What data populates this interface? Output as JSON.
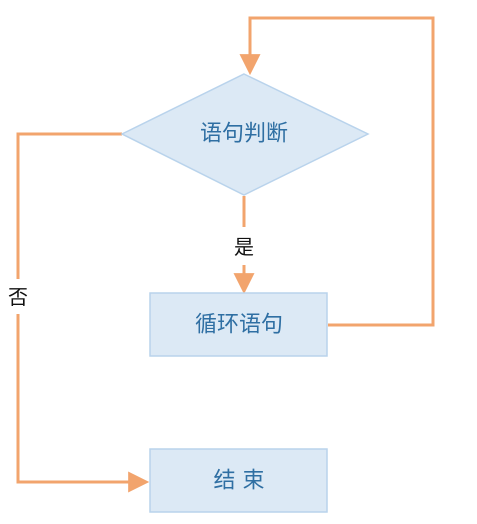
{
  "colors": {
    "node_fill": "#dce9f5",
    "node_stroke": "#b9d3ec",
    "node_text": "#2f6fa3",
    "edge": "#f2a46d",
    "edge_label": "#111111"
  },
  "nodes": {
    "decision": {
      "label": "语句判断"
    },
    "loop_body": {
      "label": "循环语句"
    },
    "end": {
      "label": "结 束"
    }
  },
  "edges": {
    "yes_label": "是",
    "no_label": "否"
  }
}
